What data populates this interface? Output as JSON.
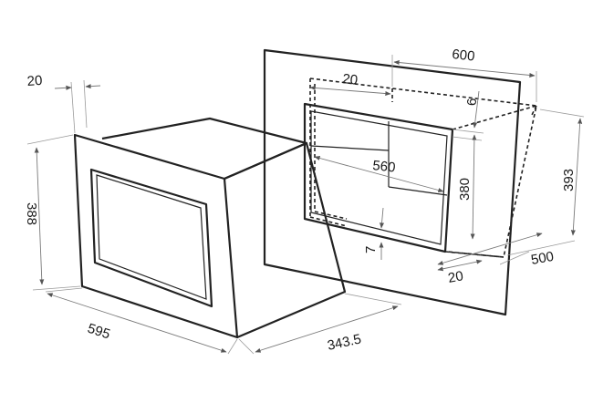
{
  "dimensions": {
    "d600": "600",
    "d20_top": "20",
    "d6": "6",
    "d393": "393",
    "d560": "560",
    "d380": "380",
    "d7": "7",
    "d500": "500",
    "d20_bottom": "20",
    "d20_left": "20",
    "d388": "388",
    "d595": "595",
    "d343": "343.5"
  }
}
